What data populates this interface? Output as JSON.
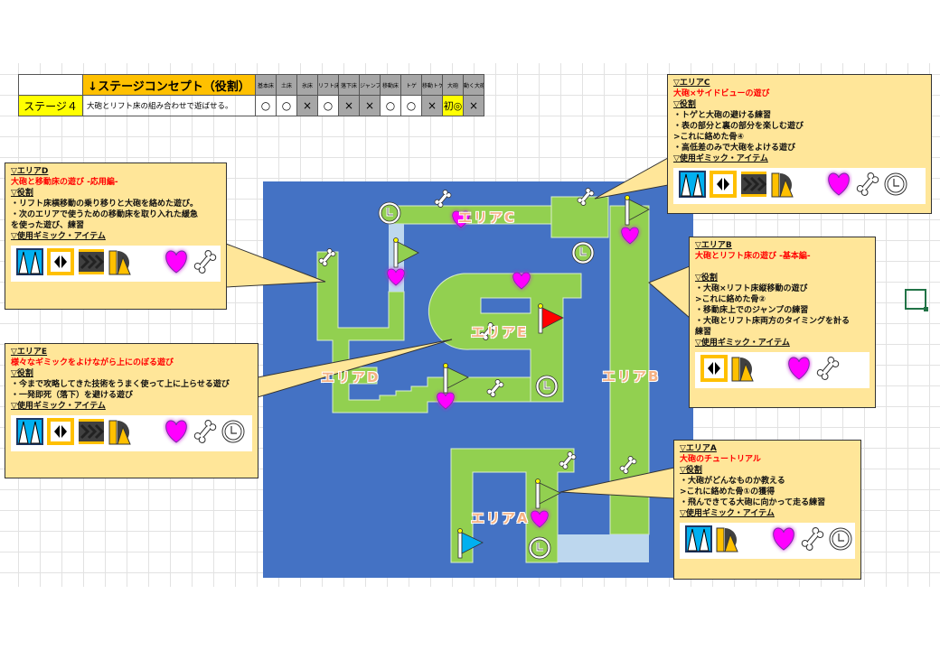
{
  "concept_table": {
    "header": "↓ステージコンセプト（役割）",
    "gimmicks": [
      "基本床",
      "土床",
      "氷床",
      "リフト床",
      "落下床",
      "ジャンプ床",
      "移動床",
      "トゲ",
      "移動トゲ",
      "大砲",
      "動く大砲"
    ],
    "stage": "ステージ４",
    "description": "大砲とリフト床の組み合わせで遊ばせる。",
    "values": [
      "○",
      "○",
      "×",
      "○",
      "×",
      "×",
      "○",
      "○",
      "×",
      "初◎",
      "×"
    ]
  },
  "map": {
    "labels": {
      "a": "エリアA",
      "b": "エリアB",
      "c": "エリアC",
      "d": "エリアD",
      "e": "エリアE"
    }
  },
  "callouts": {
    "c": {
      "title": "▽エリアC",
      "theme": "大砲×サイドビューの遊び",
      "role_label": "▽役割",
      "lines": [
        "・トゲと大砲の避ける練習",
        "・表の部分と裏の部分を楽しむ遊び",
        ">これに絡めた骨④",
        "・高低差のみで大砲をよける遊び"
      ],
      "items_label": "▽使用ギミック・アイテム",
      "icons": [
        "spike",
        "lift",
        "conveyor",
        "cannon",
        "|",
        "heart",
        "bone",
        "clock"
      ]
    },
    "d": {
      "title": "▽エリアD",
      "theme": "大砲と移動床の遊び -応用編-",
      "role_label": "▽役割",
      "lines": [
        "・リフト床横移動の乗り移りと大砲を絡めた遊び。",
        "・次のエリアで使うための移動床を取り入れた緩急",
        "を使った遊び、練習"
      ],
      "items_label": "▽使用ギミック・アイテム",
      "icons": [
        "spike",
        "lift",
        "conveyor",
        "cannon",
        "|",
        "heart",
        "bone"
      ]
    },
    "e": {
      "title": "▽エリアE",
      "theme": "様々なギミックをよけながら上にのぼる遊び",
      "role_label": "▽役割",
      "lines": [
        "・今まで攻略してきた技術をうまく使って上に上らせる遊び",
        "・一発即死（落下）を避ける遊び"
      ],
      "items_label": "▽使用ギミック・アイテム",
      "icons": [
        "spike",
        "lift",
        "conveyor",
        "cannon",
        "|",
        "heart",
        "bone",
        "clock"
      ]
    },
    "b": {
      "title": "▽エリアB",
      "theme": "大砲とリフト床の遊び -基本編-",
      "role_label": "▽役割",
      "lines": [
        "・大砲×リフト床縦移動の遊び",
        ">これに絡めた骨②",
        "・移動床上でのジャンプの練習",
        "・大砲とリフト床両方のタイミングを計る",
        "練習"
      ],
      "items_label": "▽使用ギミック・アイテム",
      "icons": [
        "lift",
        "cannon",
        "|",
        "heart",
        "bone"
      ]
    },
    "a": {
      "title": "▽エリアA",
      "theme": "大砲のチュートリアル",
      "role_label": "▽役割",
      "lines": [
        "・大砲がどんなものか教える",
        ">これに絡めた骨①の獲得",
        "・飛んできてる大砲に向かって走る練習"
      ],
      "items_label": "▽使用ギミック・アイテム",
      "icons": [
        "spike",
        "cannon",
        "|",
        "heart",
        "bone",
        "clock"
      ]
    }
  },
  "colors": {
    "water": "#4472c4",
    "ground": "#92d050",
    "lift_track": "#bdd7ee",
    "callout": "#ffe699",
    "heart": "#ff00ff"
  }
}
